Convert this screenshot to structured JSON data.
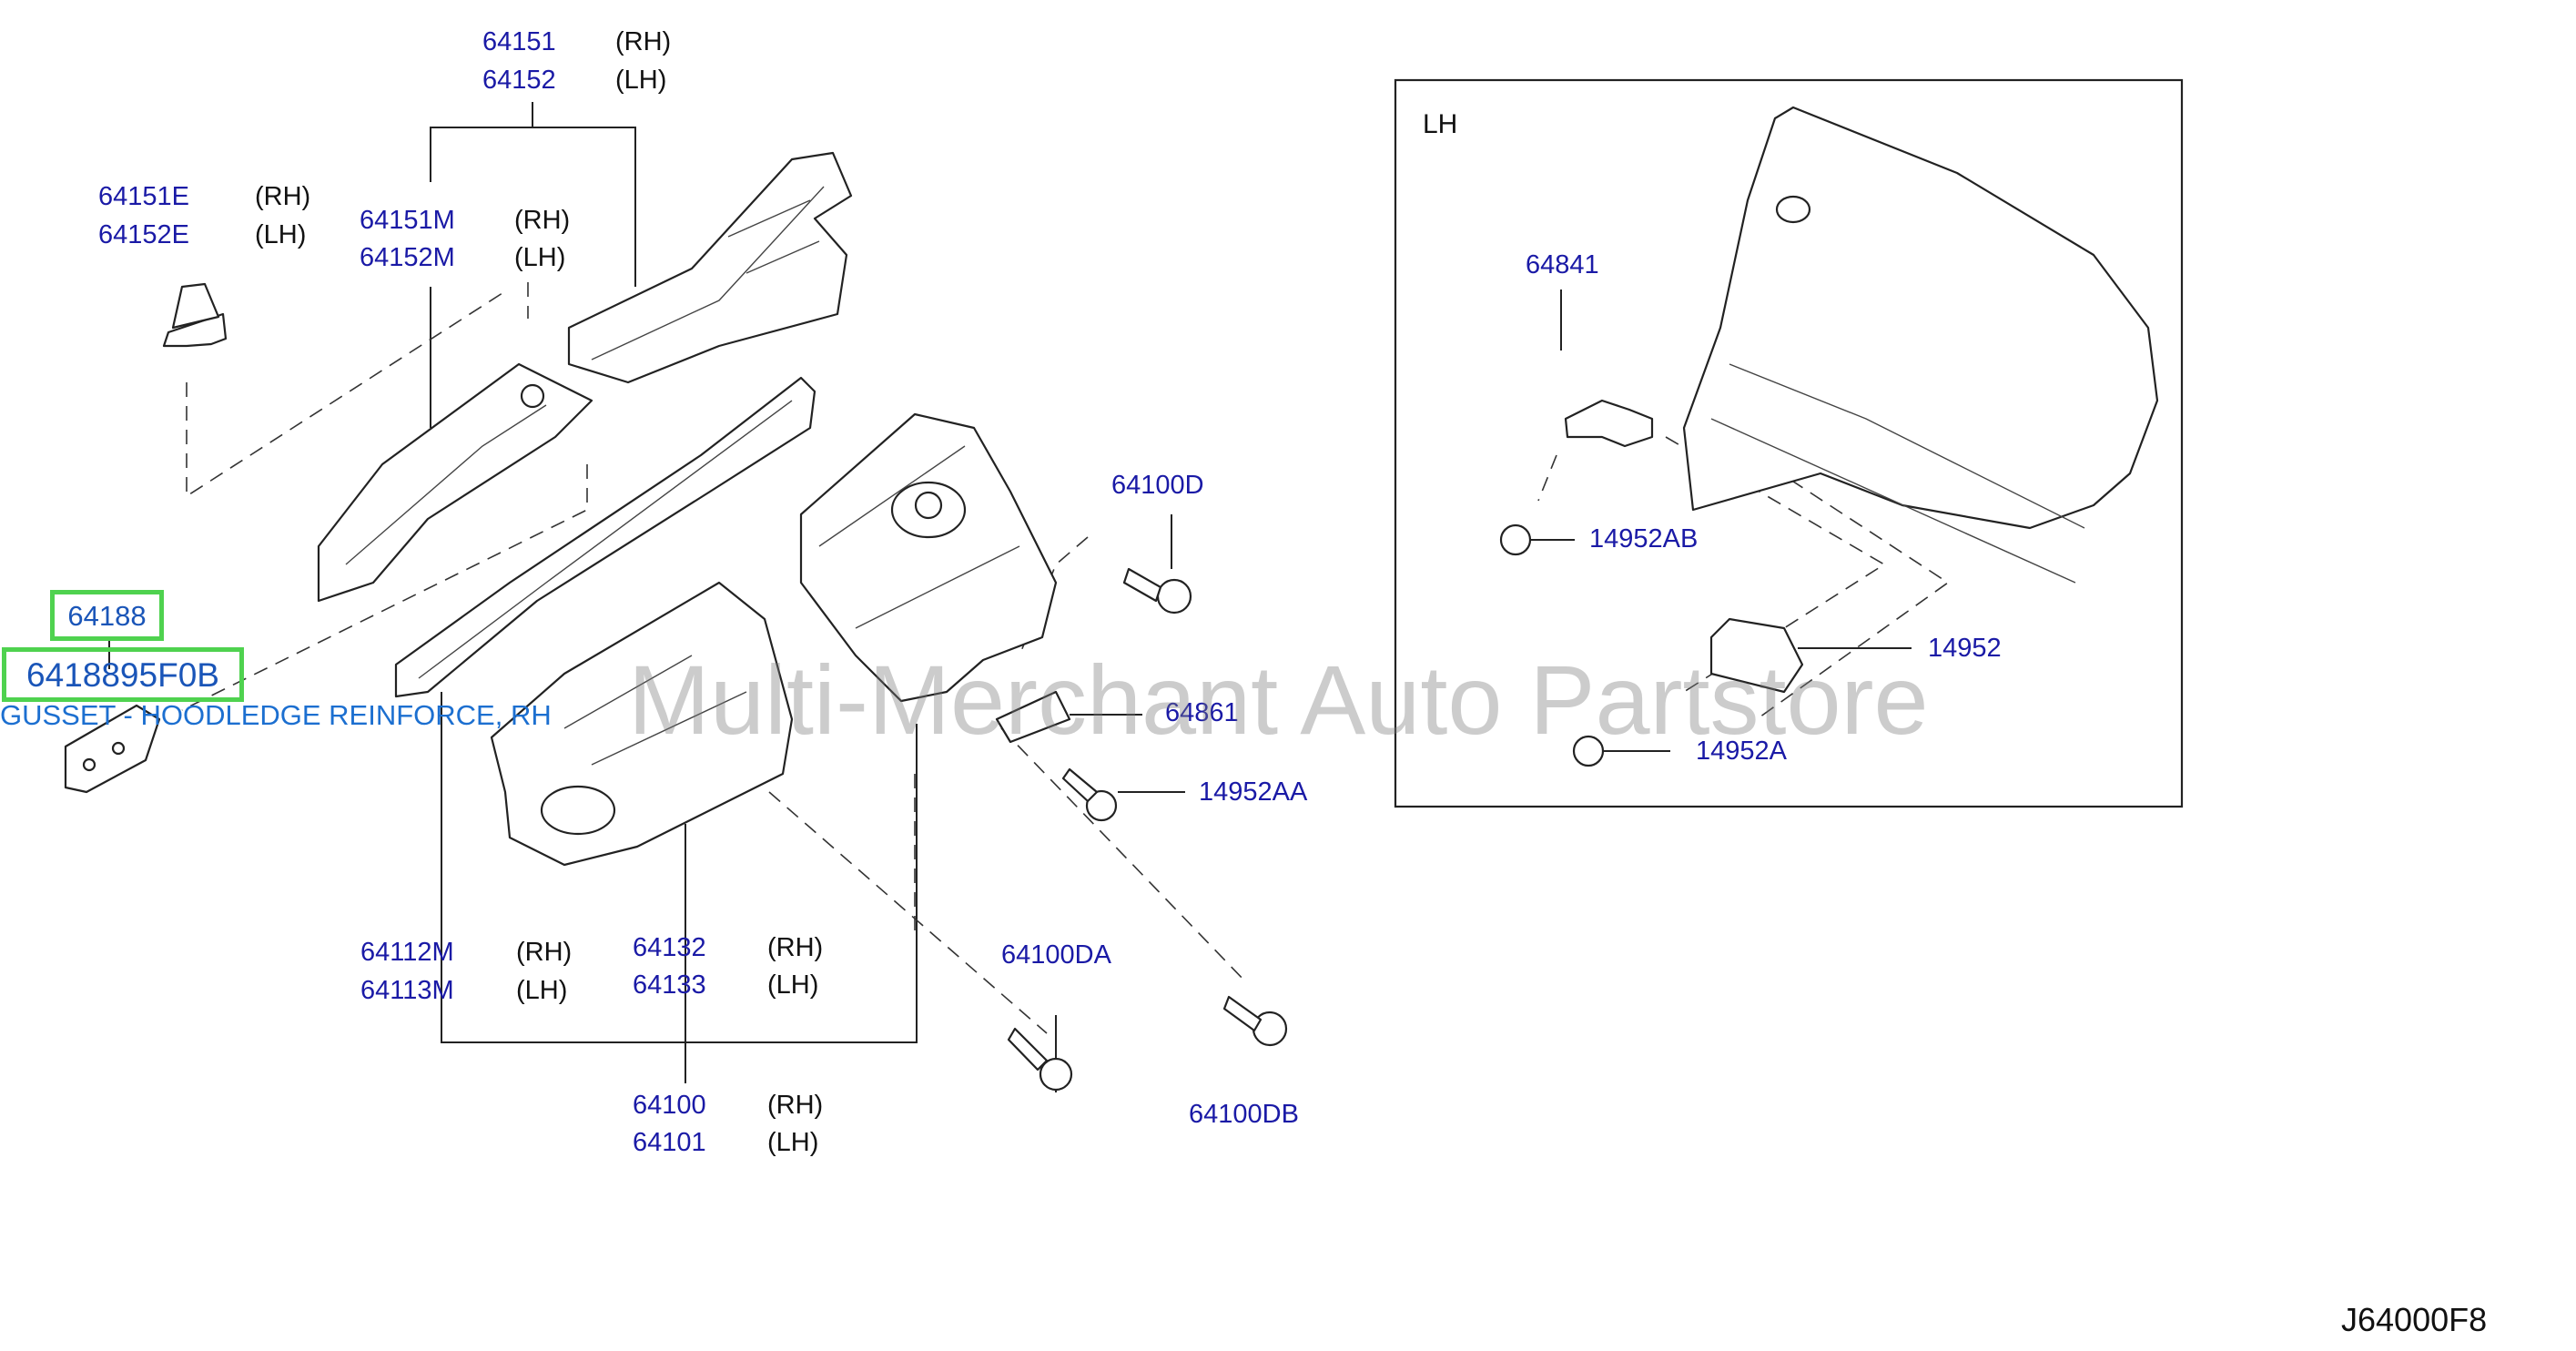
{
  "labels": {
    "p64151": "64151",
    "p64152": "64152",
    "p64151E": "64151E",
    "p64152E": "64152E",
    "p64151M": "64151M",
    "p64152M": "64152M",
    "p64112M": "64112M",
    "p64113M": "64113M",
    "p64132": "64132",
    "p64133": "64133",
    "p64100": "64100",
    "p64101": "64101",
    "p64100D": "64100D",
    "p64861": "64861",
    "p14952AA": "14952AA",
    "p64100DA": "64100DA",
    "p64100DB": "64100DB",
    "p64841": "64841",
    "p14952AB": "14952AB",
    "p14952": "14952",
    "p14952A": "14952A"
  },
  "sides": {
    "rh": "(RH)",
    "lh": "(LH)"
  },
  "lh_panel_title": "LH",
  "highlight": {
    "part_number": "64188",
    "full_part_number": "6418895F0B",
    "description": "GUSSET - HOODLEDGE REINFORCE, RH",
    "color": "#4fd24f"
  },
  "watermark": "Multi-Merchant Auto Partstore",
  "diagram_code": "J64000F8"
}
